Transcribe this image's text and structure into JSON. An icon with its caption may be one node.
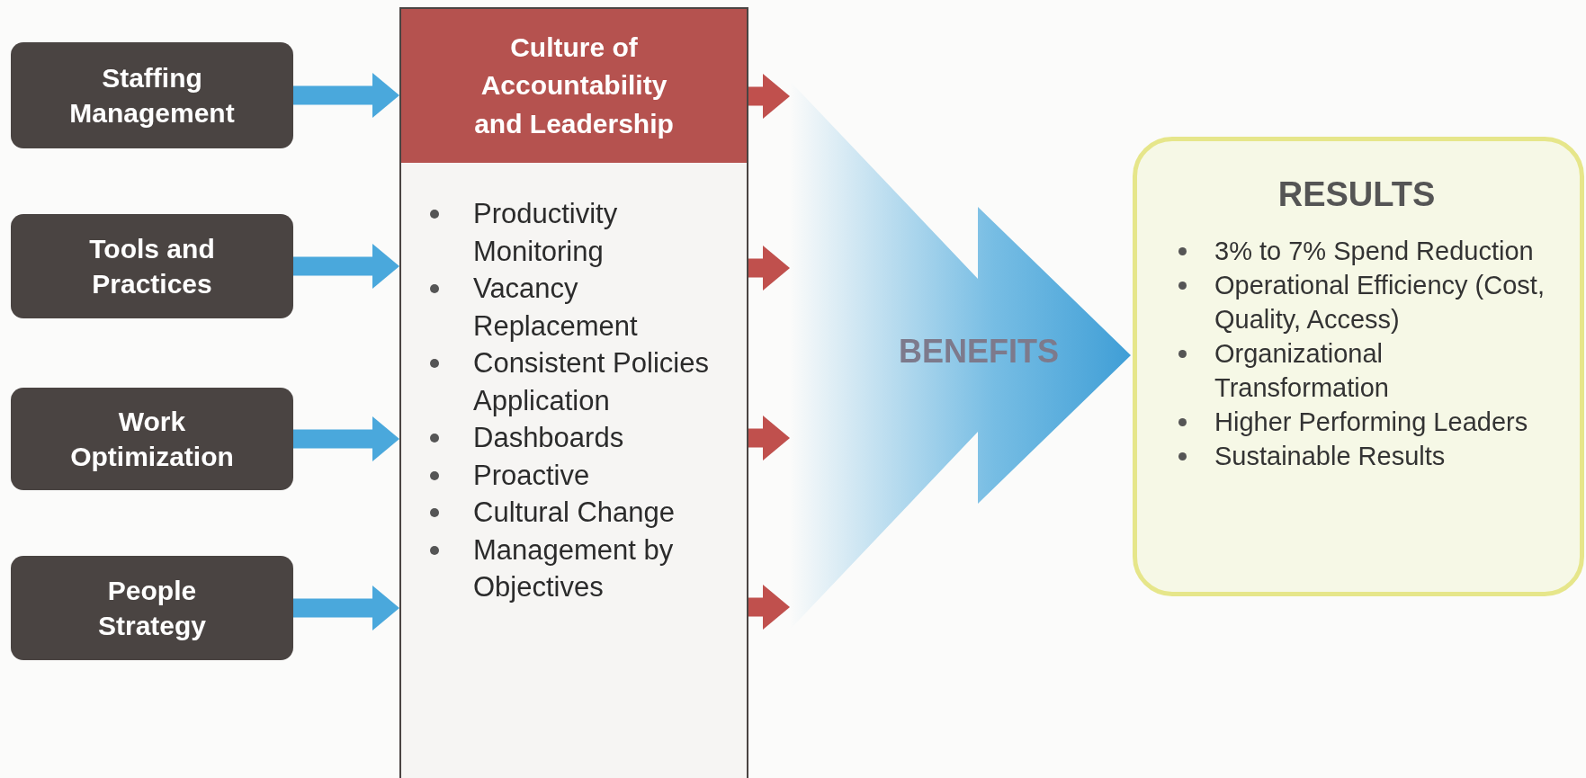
{
  "diagram": {
    "nodes": [
      {
        "text": [
          "Staffing Management"
        ]
      },
      {
        "text": [
          "Tools and Practices"
        ]
      },
      {
        "text": [
          "Work Optimization"
        ]
      },
      {
        "text": [
          "People Strategy"
        ]
      },
      {
        "text": [
          "Culture of Accountability and Leadership",
          "Productivity Monitoring",
          "Vacancy Replacement",
          "Consistent Policies Application",
          "Dashboards",
          "Proactive",
          "Cultural Change",
          "Management by Objectives"
        ]
      },
      {
        "text": [
          "BENEFITS"
        ]
      },
      {
        "text": [
          "RESULTS",
          "3% to 7% Spend Reduction",
          "Operational Efficiency (Cost, Quality, Access)",
          "Organizational Transformation",
          "Higher Performing Leaders",
          "Sustainable Results"
        ]
      }
    ],
    "edges": [
      {
        "from": 0,
        "to": 4,
        "arrow": "to"
      },
      {
        "from": 1,
        "to": 4,
        "arrow": "to"
      },
      {
        "from": 2,
        "to": 4,
        "arrow": "to"
      },
      {
        "from": 3,
        "to": 4,
        "arrow": "to"
      },
      {
        "from": 4,
        "to": 5,
        "arrow": "to",
        "color": "#c0504d"
      },
      {
        "from": 4,
        "to": 5,
        "arrow": "to",
        "color": "#c0504d"
      },
      {
        "from": 4,
        "to": 5,
        "arrow": "to",
        "color": "#c0504d"
      },
      {
        "from": 4,
        "to": 5,
        "arrow": "to",
        "color": "#c0504d"
      }
    ]
  }
}
